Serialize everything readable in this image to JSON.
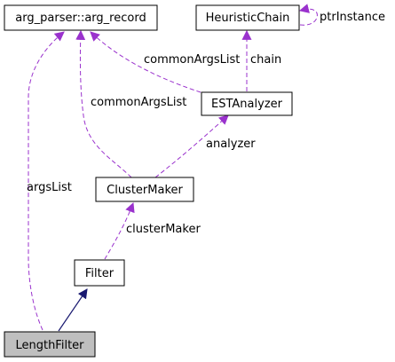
{
  "colors": {
    "background": "#ffffff",
    "node_fill": "#ffffff",
    "highlight_fill": "#bfbfbf",
    "node_border": "#000000",
    "inheritance_edge": "#191970",
    "usage_edge": "#9a32cd"
  },
  "nodes": {
    "arg_record": {
      "label": "arg_parser::arg_record",
      "highlight": false
    },
    "heuristic_chain": {
      "label": "HeuristicChain",
      "highlight": false
    },
    "est_analyzer": {
      "label": "ESTAnalyzer",
      "highlight": false
    },
    "cluster_maker": {
      "label": "ClusterMaker",
      "highlight": false
    },
    "filter": {
      "label": "Filter",
      "highlight": false
    },
    "length_filter": {
      "label": "LengthFilter",
      "highlight": true
    }
  },
  "edge_labels": {
    "ptr_instance": "ptrInstance",
    "chain": "chain",
    "common_args_list_est": "commonArgsList",
    "common_args_list_cluster": "commonArgsList",
    "analyzer": "analyzer",
    "args_list": "argsList",
    "cluster_maker": "clusterMaker"
  },
  "edge_types": {
    "ptr_instance": "usage",
    "chain": "usage",
    "common_args_list_est": "usage",
    "common_args_list_cluster": "usage",
    "analyzer": "usage",
    "args_list": "usage",
    "cluster_maker": "usage",
    "filter_to_length_filter": "inheritance"
  }
}
